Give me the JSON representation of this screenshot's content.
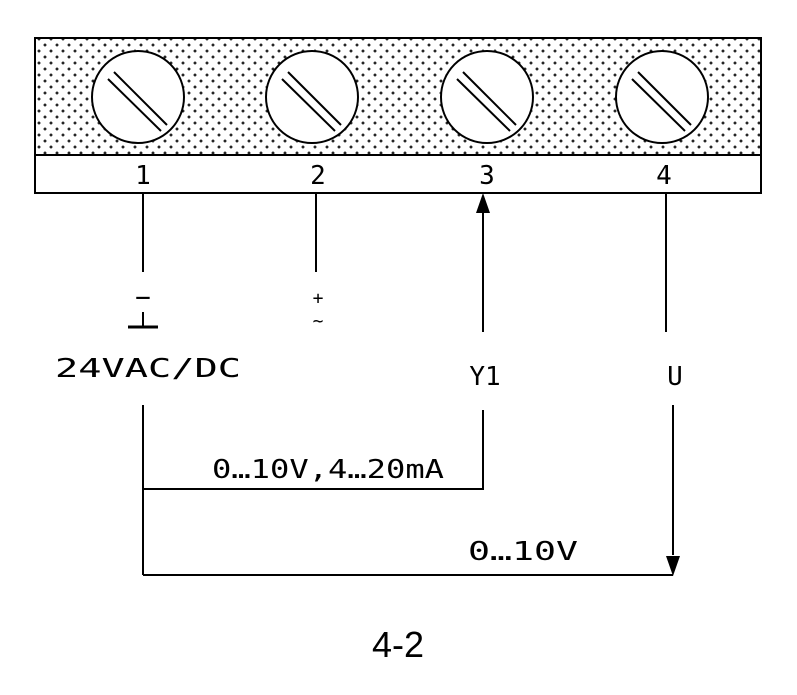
{
  "terminals": [
    {
      "number": "1",
      "label": "24VAC/DC",
      "symbol_top": "−",
      "symbol_bottom": "⊥"
    },
    {
      "number": "2",
      "label": "",
      "symbol_top": "+",
      "symbol_bottom": "~"
    },
    {
      "number": "3",
      "label": "Y1"
    },
    {
      "number": "4",
      "label": "U"
    }
  ],
  "signals": {
    "input_range": "0…10V,4…20mA",
    "output_range": "0…10V"
  },
  "caption": "4-2",
  "colors": {
    "line": "#000000",
    "dots": "#000000",
    "background": "#ffffff"
  }
}
